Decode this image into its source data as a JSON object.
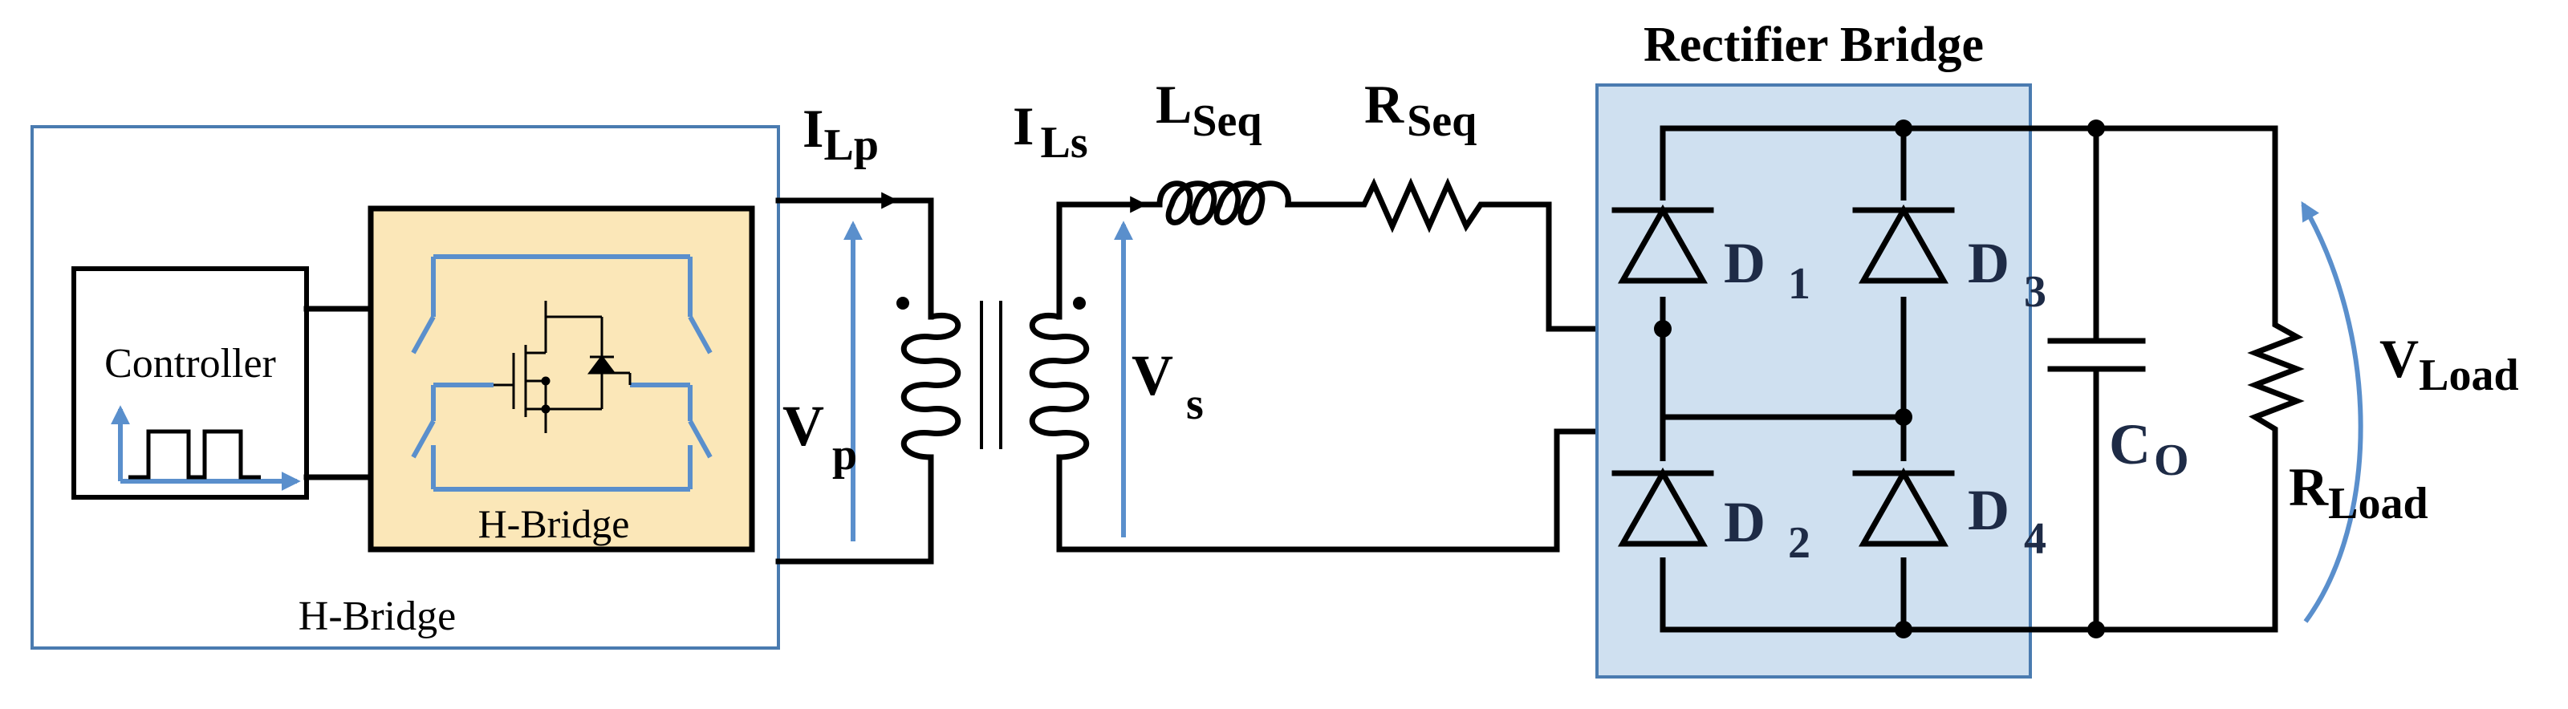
{
  "labels": {
    "rectifier_title": "Rectifier Bridge",
    "controller": "Controller",
    "hbridge_inner": "H-Bridge",
    "hbridge_outer": "H-Bridge",
    "i_lp": {
      "main": "I",
      "sub": "Lp"
    },
    "i_ls": {
      "main": "I",
      "sub": "Ls"
    },
    "l_seq": {
      "main": "L",
      "sub": "Seq"
    },
    "r_seq": {
      "main": "R",
      "sub": "Seq"
    },
    "v_p": {
      "main": "V",
      "sub": "p"
    },
    "v_s": {
      "main": "V",
      "sub": "s"
    },
    "d1": {
      "main": "D",
      "sub": "1"
    },
    "d2": {
      "main": "D",
      "sub": "2"
    },
    "d3": {
      "main": "D",
      "sub": "3"
    },
    "d4": {
      "main": "D",
      "sub": "4"
    },
    "c_o": {
      "main": "C",
      "sub": "O"
    },
    "v_load": {
      "main": "V",
      "sub": "Load"
    },
    "r_load": {
      "main": "R",
      "sub": "Load"
    }
  },
  "colors": {
    "box_border": "#4a7bb0",
    "rectifier_fill": "#cfe0f0",
    "hbridge_fill": "#fbe7b8",
    "arrow_blue": "#5a8fcc",
    "text_navy": "#1e2b46",
    "wire": "#000000"
  }
}
